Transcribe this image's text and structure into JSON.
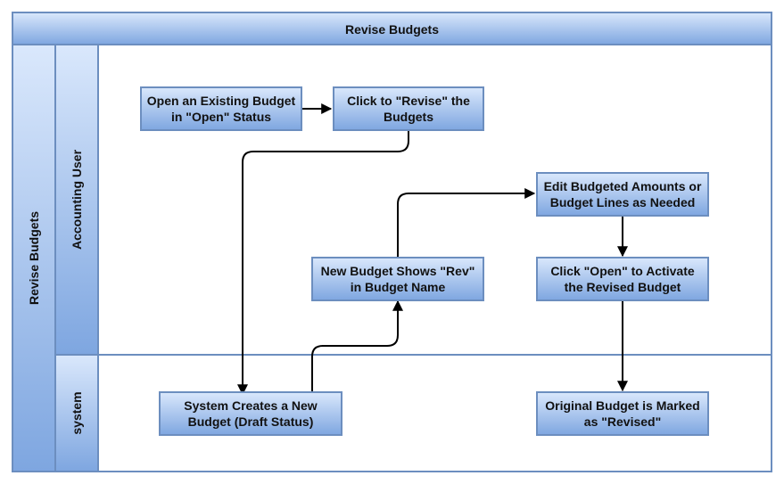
{
  "diagram": {
    "title": "Revise Budgets",
    "pool_label": "Revise Budgets",
    "lanes": {
      "accounting_user": "Accounting User",
      "system": "system"
    },
    "nodes": {
      "open_existing": [
        "Open an Existing Budget",
        "in \"Open\" Status"
      ],
      "click_revise": [
        "Click to \"Revise\" the",
        "Budgets"
      ],
      "system_creates": [
        "System Creates a New",
        "Budget (Draft Status)"
      ],
      "new_budget_rev": [
        "New Budget Shows \"Rev\"",
        "in Budget Name"
      ],
      "edit_amounts": [
        "Edit Budgeted Amounts or",
        "Budget Lines as Needed"
      ],
      "click_open": [
        "Click \"Open\" to Activate",
        "the Revised Budget"
      ],
      "original_marked": [
        "Original Budget is Marked",
        "as \"Revised\""
      ]
    },
    "colors": {
      "fill_light": "#dae8fc",
      "fill_dark": "#7ea6e0",
      "stroke": "#6c8ebf",
      "edge": "#000000"
    }
  }
}
